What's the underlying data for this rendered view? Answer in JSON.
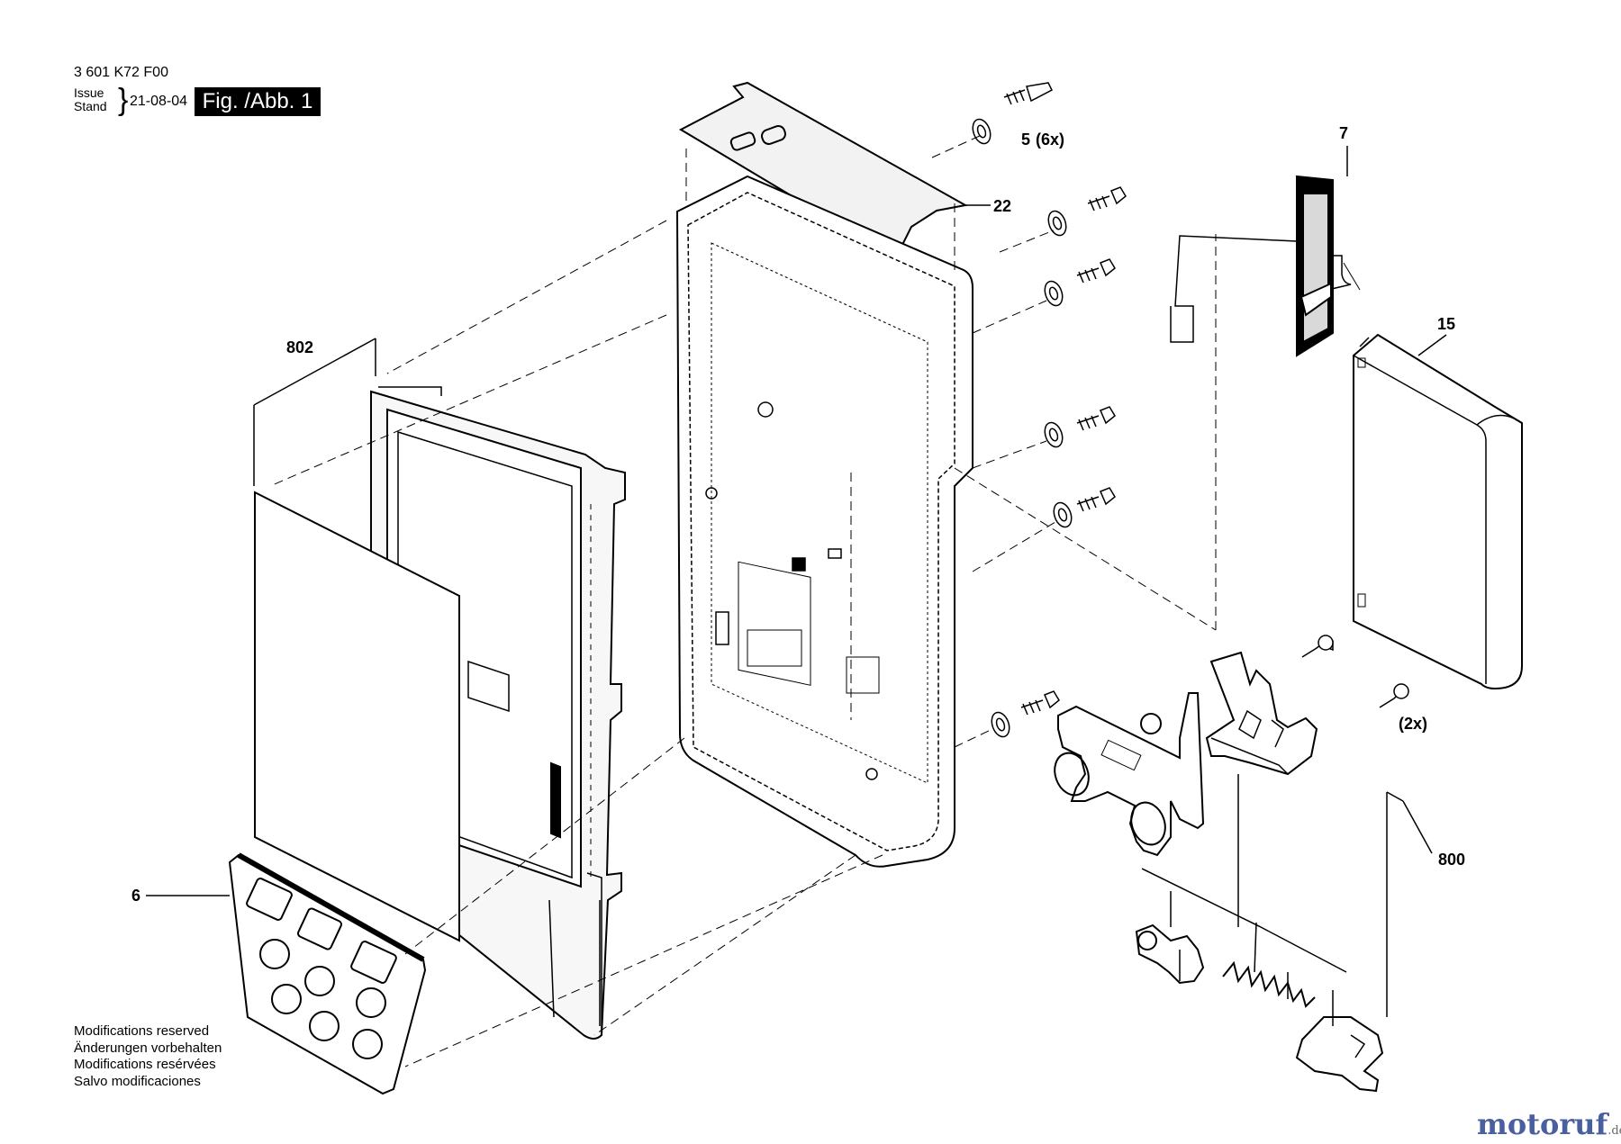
{
  "header": {
    "part_number": "3 601 K72 F00",
    "issue_label_1": "Issue",
    "issue_label_2": "Stand",
    "date": "21-08-04",
    "figure_label": "Fig. /Abb. 1"
  },
  "callouts": {
    "c5": "5",
    "c5_qty": "(6x)",
    "c7": "7",
    "c22": "22",
    "c15": "15",
    "c802": "802",
    "c6": "6",
    "c800": "800",
    "c2x": "(2x)"
  },
  "footer": {
    "modifications": [
      "Modifications reserved",
      "Änderungen vorbehalten",
      "Modifications resérvées",
      "Salvo modificaciones"
    ]
  },
  "watermark": {
    "main": "motoruf",
    "suffix": ".de"
  },
  "colors": {
    "line": "#000000",
    "fill_light": "#f2f2f2",
    "fill_mid": "#d9d9d9",
    "watermark": "#4a5fa0"
  }
}
